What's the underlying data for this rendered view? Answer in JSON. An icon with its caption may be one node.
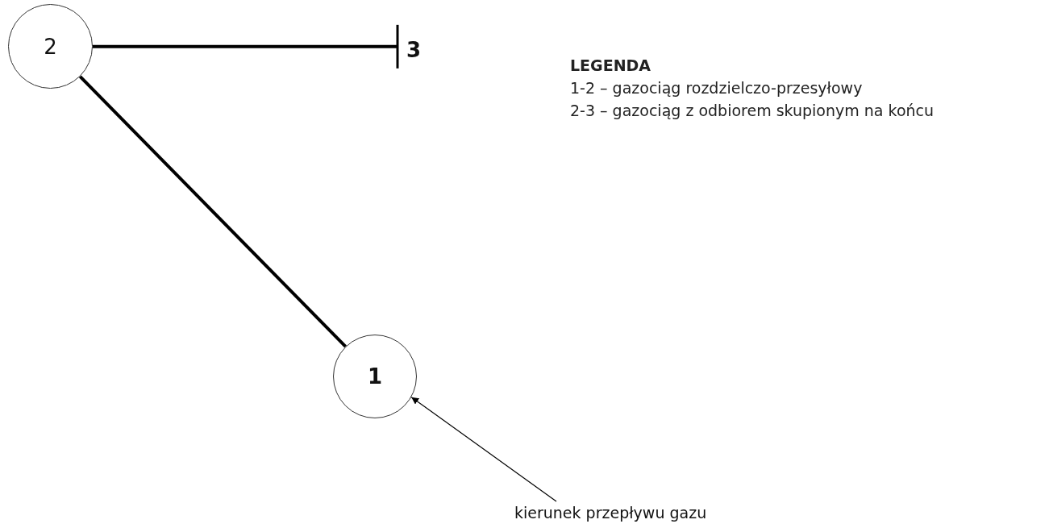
{
  "diagram": {
    "nodes": [
      {
        "text": [
          "2"
        ]
      },
      {
        "text": [
          "1"
        ]
      },
      {
        "text": [
          "3"
        ]
      },
      {
        "text": [
          "kierunek przepływu gazu"
        ]
      }
    ],
    "edges": [
      {
        "from": 1,
        "to": 0,
        "arrow": "none"
      },
      {
        "from": 0,
        "to": 2,
        "arrow": "other"
      },
      {
        "from": 3,
        "to": 1,
        "arrow": "to"
      }
    ],
    "labels": [
      "LEGENDA",
      "1-2 – gazociąg rozdzielczo-przesyłowy",
      "2-3 – gazociąg z odbiorem skupionym na końcu"
    ]
  }
}
